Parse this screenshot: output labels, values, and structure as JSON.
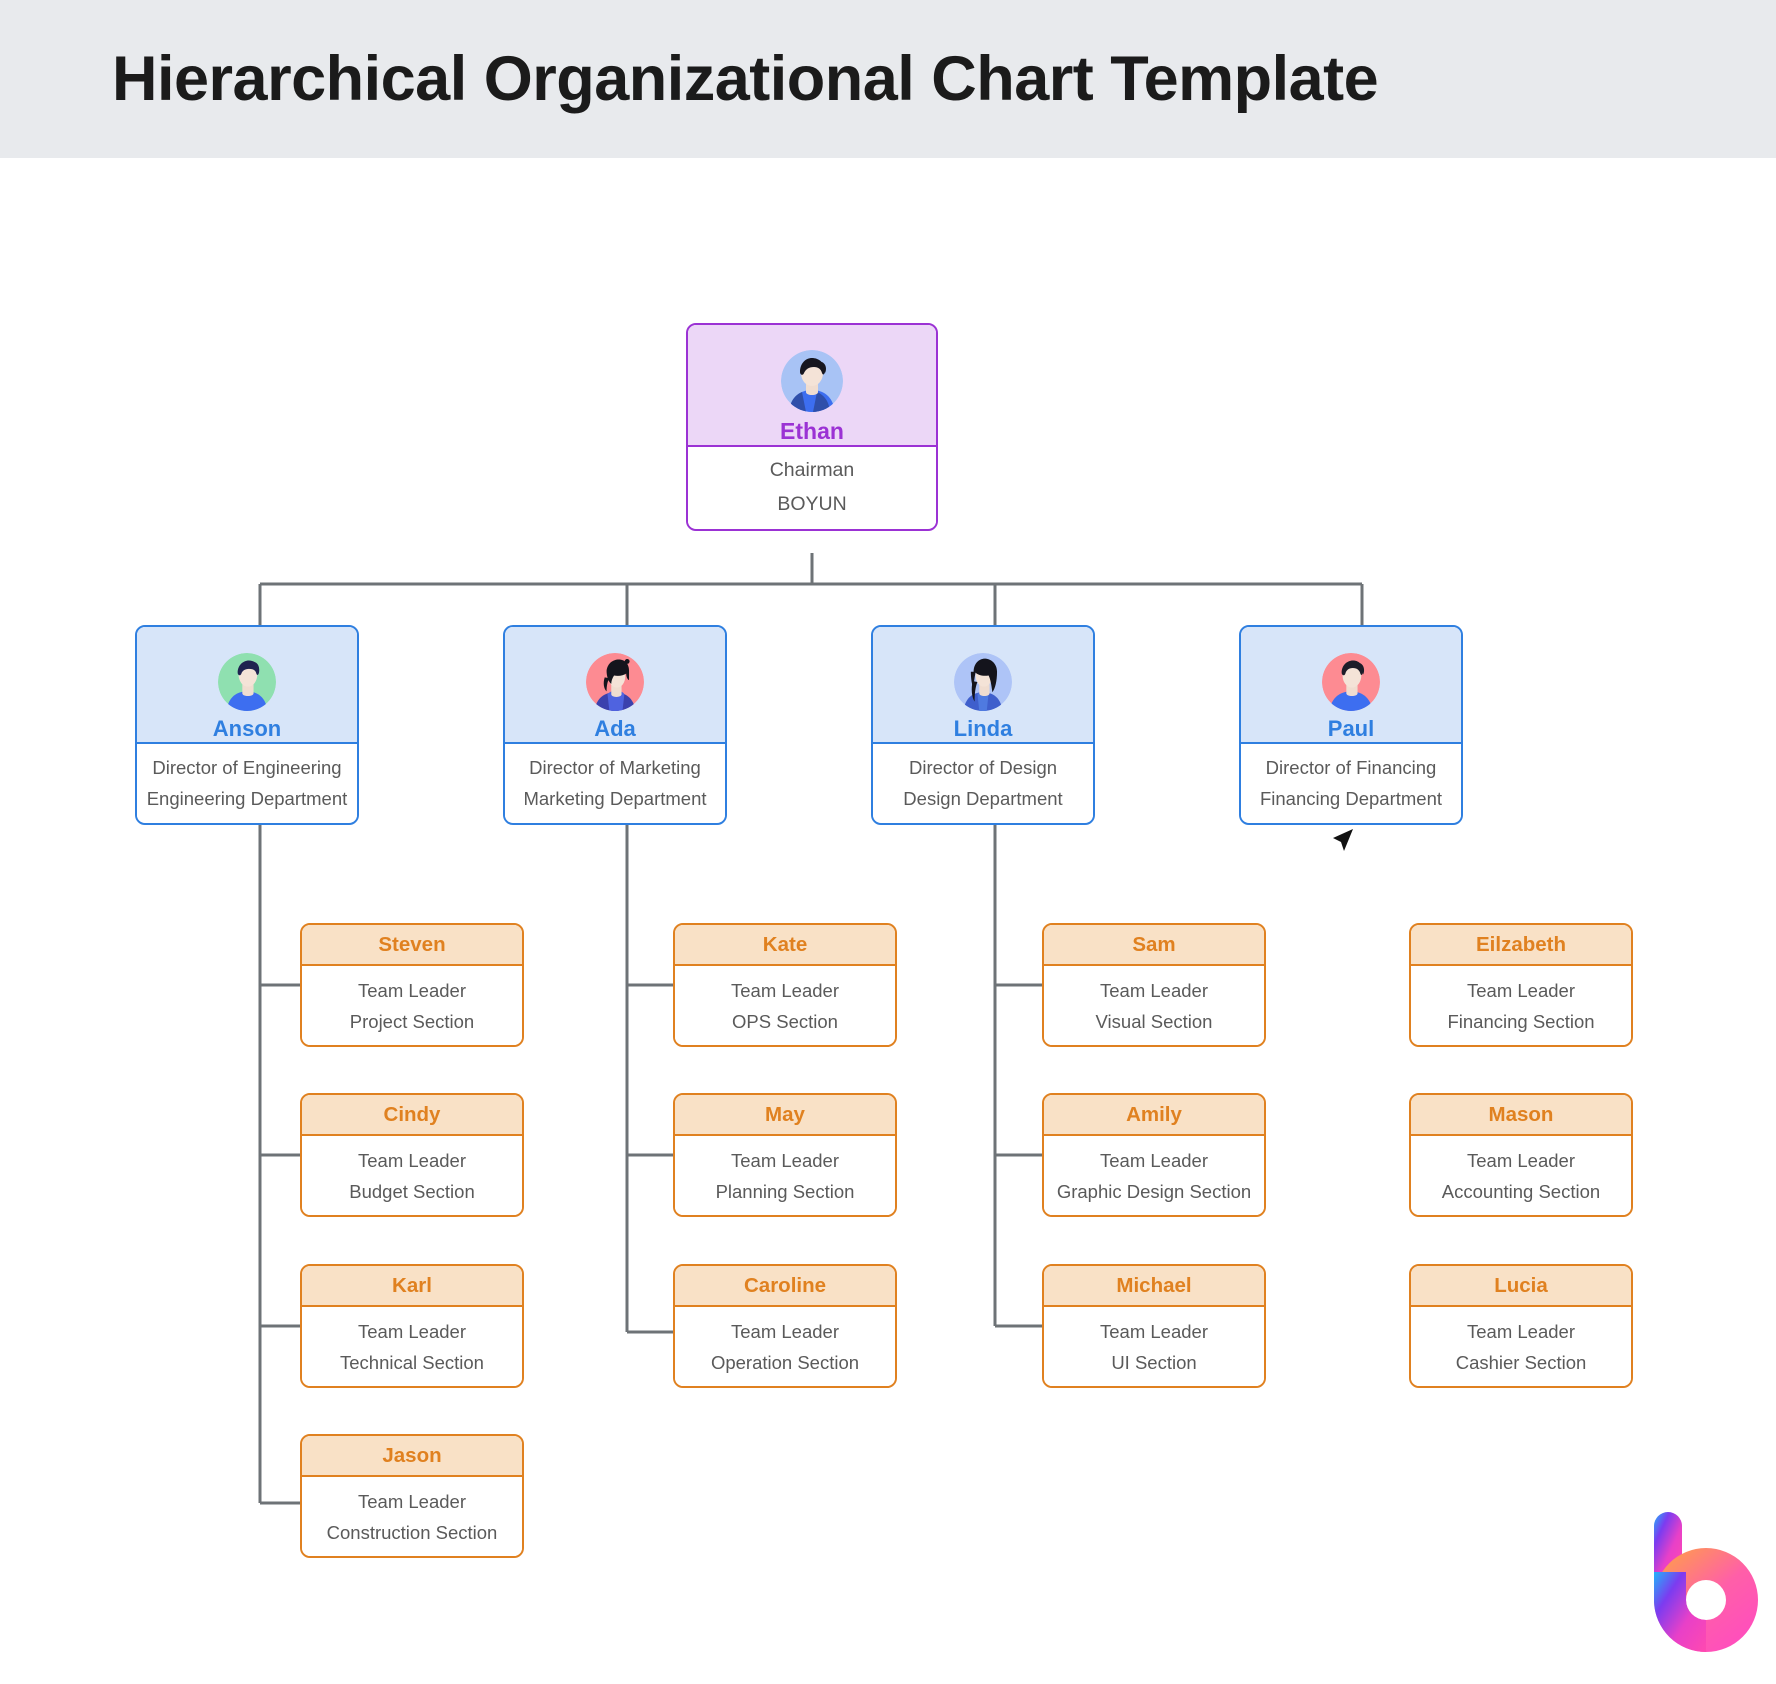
{
  "header": {
    "title": "Hierarchical Organizational Chart Template",
    "background": "#e8eaed"
  },
  "colors": {
    "root_accent": "#9b32d4",
    "root_head_bg": "#ecd7f7",
    "director_accent": "#2f7fe0",
    "director_head_bg": "#d7e5f9",
    "leader_accent": "#e08120",
    "leader_head_bg": "#f9e1c6",
    "connector": "#6e7377",
    "body_text": "#5a5a5a"
  },
  "chart_data": {
    "type": "diagram",
    "title": "Hierarchical Organizational Chart Template",
    "levels": [
      "Chairman",
      "Director",
      "Team Leader"
    ],
    "root": {
      "name": "Ethan",
      "title": "Chairman",
      "org": "BOYUN",
      "avatar": "avatar-ethan-icon",
      "avatar_bg": "#a8c3f5",
      "avatar_hair": "#1c1c29",
      "avatar_shirt": "#3d6ef0"
    },
    "directors": [
      {
        "name": "Anson",
        "title": "Director of Engineering",
        "org": "Engineering Department",
        "avatar": "avatar-anson-icon",
        "avatar_bg": "#8fe0b0",
        "avatar_hair": "#1f2350",
        "avatar_shirt": "#3d6ef0",
        "reports": [
          {
            "name": "Steven",
            "title": "Team Leader",
            "org": "Project Section"
          },
          {
            "name": "Cindy",
            "title": "Team Leader",
            "org": "Budget Section"
          },
          {
            "name": "Karl",
            "title": "Team Leader",
            "org": "Technical Section"
          },
          {
            "name": "Jason",
            "title": "Team Leader",
            "org": "Construction Section"
          }
        ]
      },
      {
        "name": "Ada",
        "title": "Director of Marketing",
        "org": "Marketing Department",
        "avatar": "avatar-ada-icon",
        "avatar_bg": "#fd8b92",
        "avatar_hair": "#14141c",
        "avatar_shirt": "#3b41ad",
        "reports": [
          {
            "name": "Kate",
            "title": "Team Leader",
            "org": "OPS Section"
          },
          {
            "name": "May",
            "title": "Team Leader",
            "org": "Planning Section"
          },
          {
            "name": "Caroline",
            "title": "Team Leader",
            "org": "Operation Section"
          }
        ]
      },
      {
        "name": "Linda",
        "title": "Director of Design",
        "org": "Design Department",
        "avatar": "avatar-linda-icon",
        "avatar_bg": "#aec4f7",
        "avatar_hair": "#14141c",
        "avatar_shirt": "#3f5fcc",
        "reports": [
          {
            "name": "Sam",
            "title": "Team Leader",
            "org": "Visual Section"
          },
          {
            "name": "Amily",
            "title": "Team Leader",
            "org": "Graphic Design Section"
          },
          {
            "name": "Michael",
            "title": "Team Leader",
            "org": "UI Section"
          }
        ]
      },
      {
        "name": "Paul",
        "title": "Director of Financing",
        "org": "Financing Department",
        "avatar": "avatar-paul-icon",
        "avatar_bg": "#fd8b92",
        "avatar_hair": "#1c1c29",
        "avatar_shirt": "#3d6ef0",
        "reports": [
          {
            "name": "Eilzabeth",
            "title": "Team Leader",
            "org": "Financing Section"
          },
          {
            "name": "Mason",
            "title": "Team Leader",
            "org": "Accounting Section"
          },
          {
            "name": "Lucia",
            "title": "Team Leader",
            "org": "Cashier Section"
          }
        ]
      }
    ]
  },
  "logo": {
    "name": "boardmix-logo",
    "letter": "b"
  },
  "cursor": {
    "name": "mouse-cursor"
  }
}
